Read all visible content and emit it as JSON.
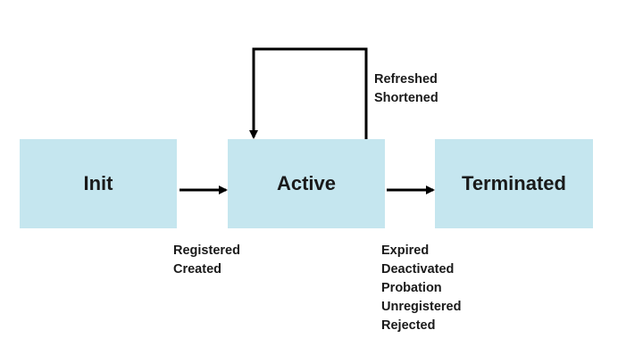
{
  "diagram": {
    "states": {
      "init": "Init",
      "active": "Active",
      "terminated": "Terminated"
    },
    "transitions": {
      "init_to_active": [
        "Registered",
        "Created"
      ],
      "active_to_active": [
        "Refreshed",
        "Shortened"
      ],
      "active_to_terminated": [
        "Expired",
        "Deactivated",
        "Probation",
        "Unregistered",
        "Rejected"
      ]
    },
    "colors": {
      "state_fill": "#c5e6ef",
      "arrow": "#000000",
      "text": "#1a1a1a"
    }
  }
}
